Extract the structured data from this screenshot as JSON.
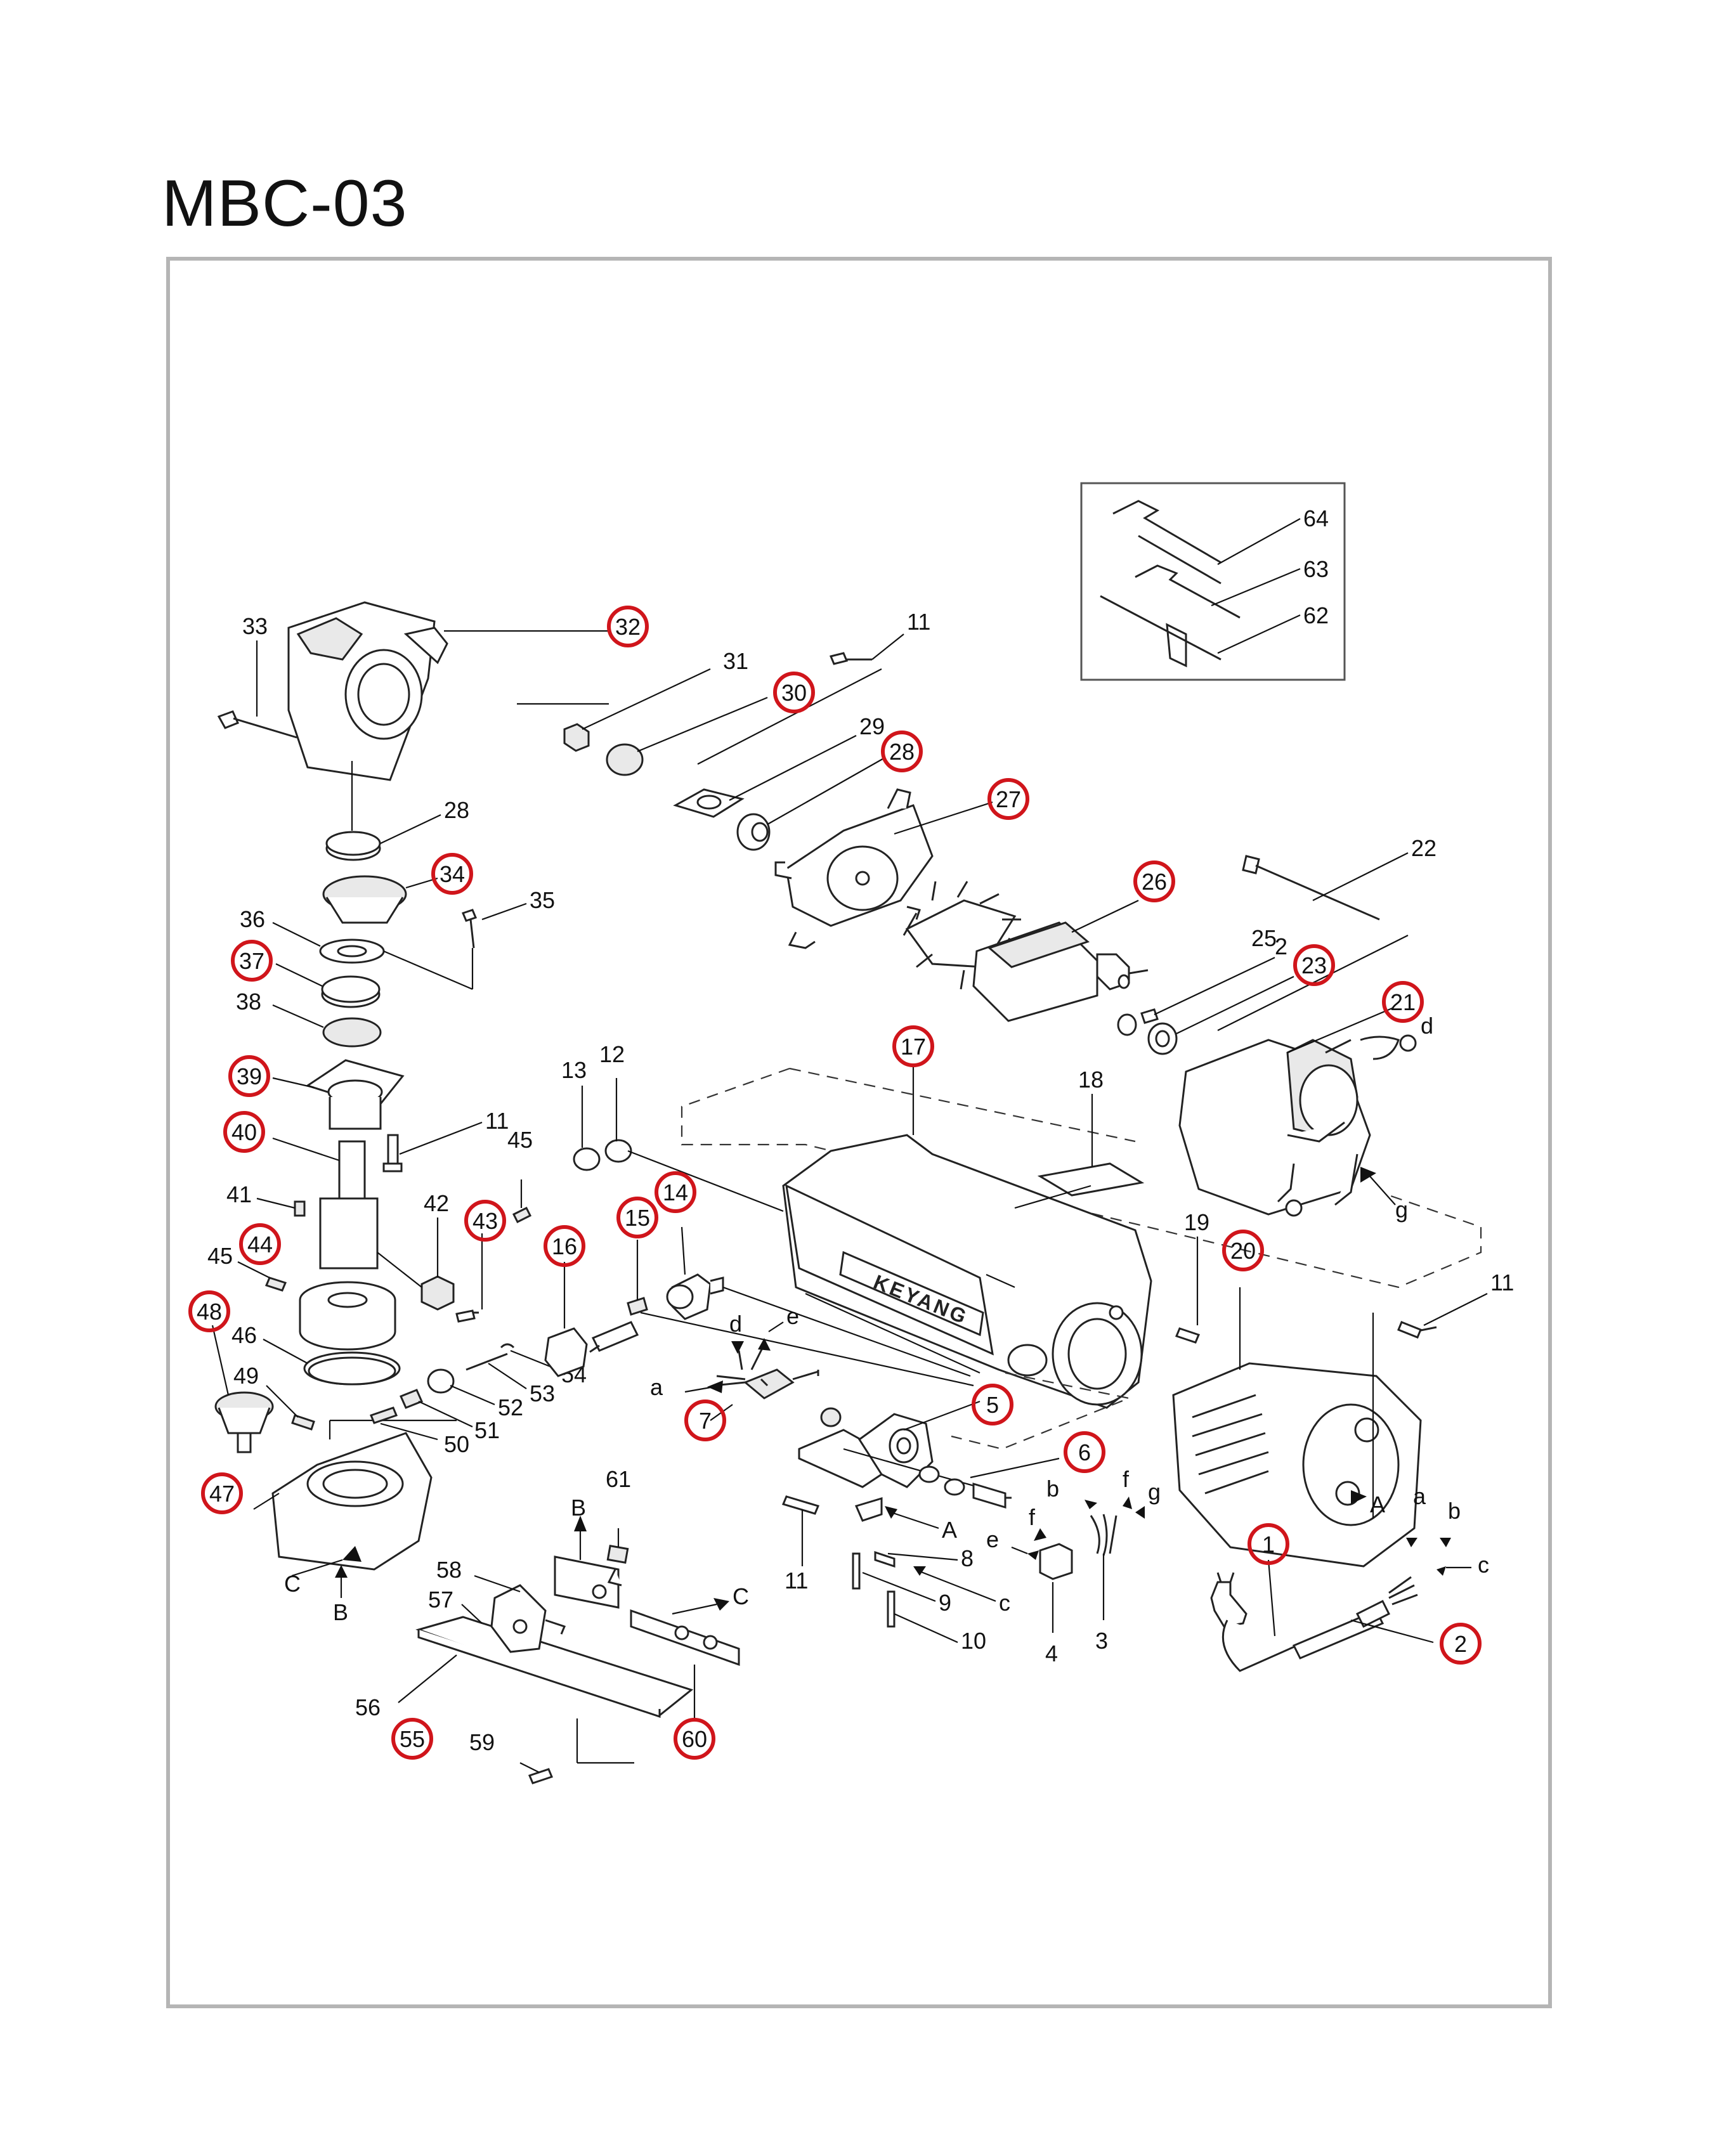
{
  "title": "MBC-03",
  "brand_label": "KEYANG",
  "colors": {
    "highlight_ring": "#d0151b",
    "frame": "#b5b5b5",
    "line": "#222222"
  },
  "labels": {
    "p1": "1",
    "p2": "2",
    "p3": "3",
    "p4": "4",
    "p5": "5",
    "p6": "6",
    "p7": "7",
    "p8": "8",
    "p9": "9",
    "p10": "10",
    "p11": "11",
    "p12": "12",
    "p13": "13",
    "p14": "14",
    "p15": "15",
    "p16": "16",
    "p17": "17",
    "p18": "18",
    "p19": "19",
    "p20": "20",
    "p21": "21",
    "p22": "22",
    "p23": "23",
    "p25": "25",
    "p26": "26",
    "p27": "27",
    "p28": "28",
    "p29": "29",
    "p30": "30",
    "p31": "31",
    "p32": "32",
    "p33": "33",
    "p34": "34",
    "p35": "35",
    "p36": "36",
    "p37": "37",
    "p38": "38",
    "p39": "39",
    "p40": "40",
    "p41": "41",
    "p42": "42",
    "p43": "43",
    "p44": "44",
    "p45": "45",
    "p46": "46",
    "p47": "47",
    "p48": "48",
    "p49": "49",
    "p50": "50",
    "p51": "51",
    "p52": "52",
    "p53": "53",
    "p54": "54",
    "p55": "55",
    "p56": "56",
    "p57": "57",
    "p58": "58",
    "p59": "59",
    "p60": "60",
    "p61": "61",
    "p62": "62",
    "p63": "63",
    "p64": "64",
    "p2b": "2",
    "a": "a",
    "b": "b",
    "c": "c",
    "d": "d",
    "e": "e",
    "f": "f",
    "g": "g",
    "A": "A",
    "B": "B",
    "C": "C"
  }
}
